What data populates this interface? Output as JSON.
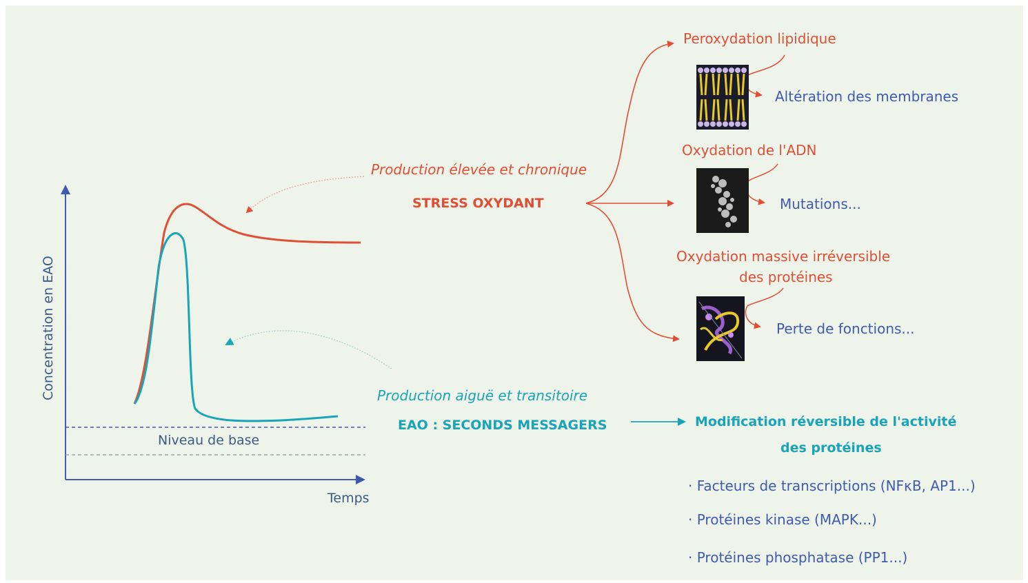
{
  "graph": {
    "y_axis_label": "Concentration en EAO",
    "x_axis_label": "Temps",
    "baseline_label": "Niveau de base"
  },
  "stress": {
    "production_label": "Production élevée et chronique",
    "title": "STRESS OXYDANT",
    "effects": [
      {
        "cause": "Peroxydation lipidique",
        "consequence": "Altération des membranes",
        "image_icon": "lipid-bilayer-icon"
      },
      {
        "cause": "Oxydation de l'ADN",
        "consequence": "Mutations...",
        "image_icon": "dna-molecule-icon"
      },
      {
        "cause_line1": "Oxydation massive irréversible",
        "cause_line2": "des protéines",
        "consequence": "Perte de fonctions...",
        "image_icon": "protein-structure-icon"
      }
    ]
  },
  "messengers": {
    "production_label": "Production aiguë et transitoire",
    "title": "EAO : SECONDS MESSAGERS",
    "result_line1": "Modification réversible de l'activité",
    "result_line2": "des protéines",
    "examples": [
      "Facteurs de transcriptions (NFκB, AP1...)",
      "Protéines kinase (MAPK...)",
      "Protéines phosphatase (PP1...)"
    ]
  },
  "colors": {
    "stress": "#e04e36",
    "messenger": "#1aa4b8",
    "consequence": "#3f5bb0",
    "axis": "#3f5bb0",
    "background": "#eef4e9"
  }
}
